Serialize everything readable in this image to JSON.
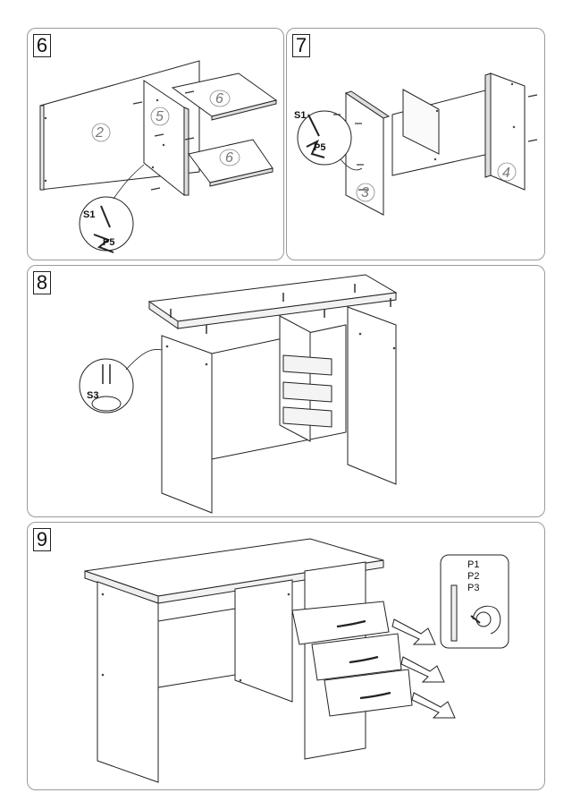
{
  "steps": [
    {
      "number": "6",
      "callout": {
        "screw": "S1",
        "tool": "P5"
      },
      "parts": [
        "2",
        "5",
        "6",
        "6"
      ]
    },
    {
      "number": "7",
      "callout": {
        "screw": "S1",
        "tool": "P5"
      },
      "parts": [
        "3",
        "4"
      ]
    },
    {
      "number": "8",
      "callout": {
        "screw": "S3"
      }
    },
    {
      "number": "9",
      "callout": {
        "items": [
          "P1",
          "P2",
          "P3"
        ]
      }
    }
  ]
}
